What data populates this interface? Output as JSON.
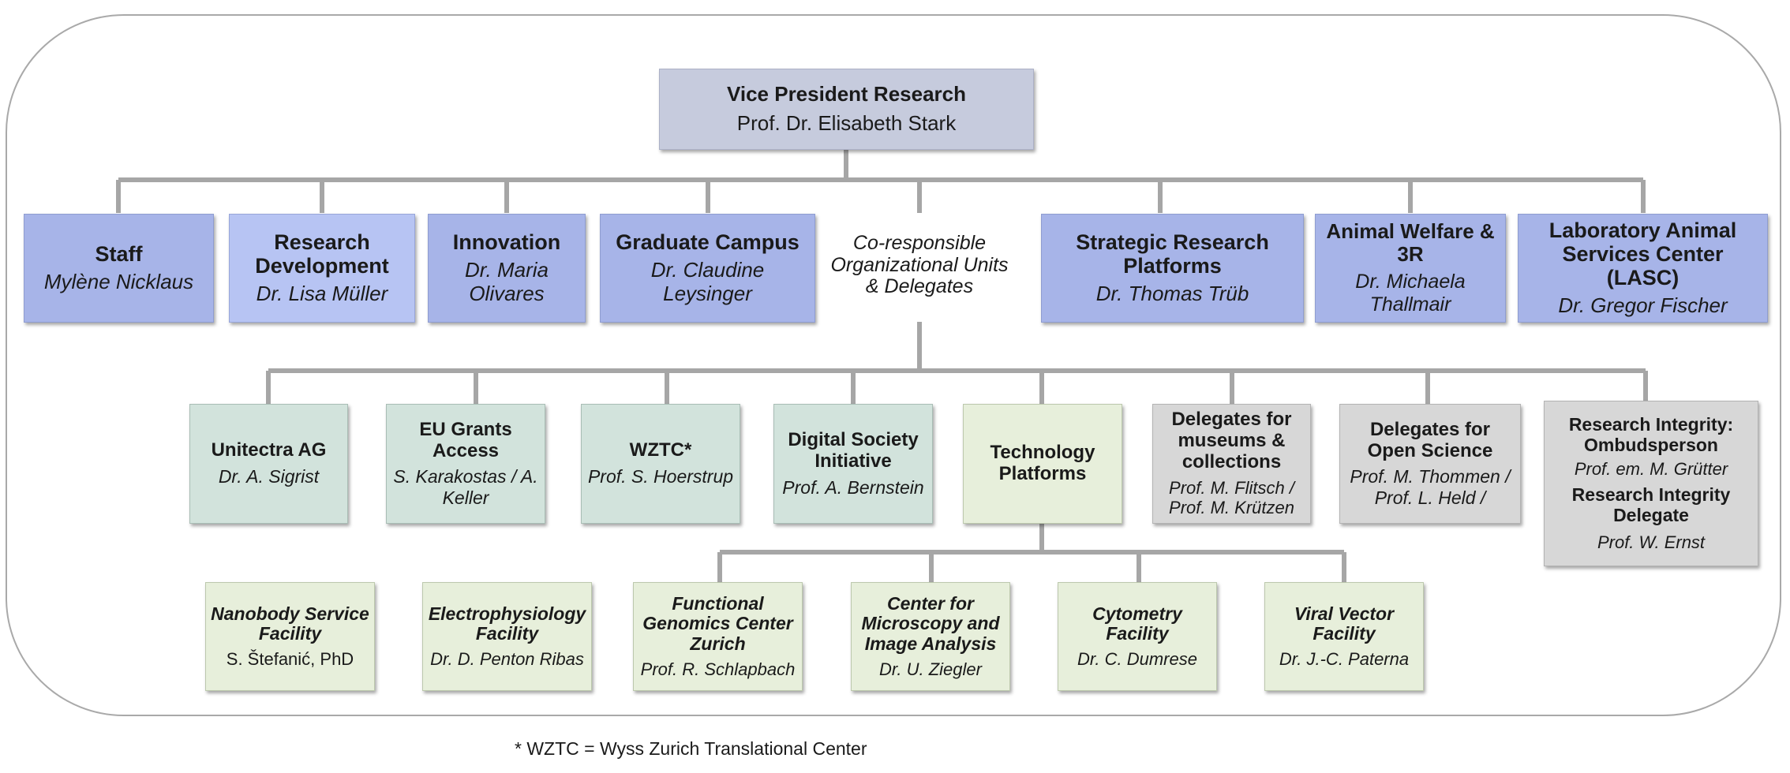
{
  "top": {
    "title": "Vice President Research",
    "name": "Prof. Dr. Elisabeth Stark"
  },
  "row1": [
    {
      "title": "Staff",
      "name": "Mylène Nicklaus"
    },
    {
      "title": "Research Development",
      "name": "Dr. Lisa Müller"
    },
    {
      "title": "Innovation",
      "name": "Dr. Maria Olivares"
    },
    {
      "title": "Graduate Campus",
      "name": "Dr. Claudine Leysinger"
    },
    {
      "title": "Strategic Research Platforms",
      "name": "Dr. Thomas Trüb"
    },
    {
      "title": "Animal Welfare & 3R",
      "name": "Dr. Michaela Thallmair"
    },
    {
      "title": "Laboratory Animal Services Center (LASC)",
      "name": "Dr. Gregor Fischer"
    }
  ],
  "coresponsible": "Co-responsible Organizational Units & Delegates",
  "row2": [
    {
      "title": "Unitectra AG",
      "name": "Dr. A. Sigrist"
    },
    {
      "title": "EU Grants Access",
      "name": "S. Karakostas / A. Keller"
    },
    {
      "title": "WZTC*",
      "name": "Prof. S. Hoerstrup"
    },
    {
      "title": "Digital Society Initiative",
      "name": "Prof. A. Bernstein"
    },
    {
      "title": "Technology Platforms",
      "name": ""
    },
    {
      "title": "Delegates for museums & collections",
      "name": "Prof. M. Flitsch / Prof. M. Krützen"
    },
    {
      "title": "Delegates for Open Science",
      "name": "Prof. M. Thommen / Prof. L. Held /"
    }
  ],
  "integrity": {
    "title1": "Research Integrity: Ombudsperson",
    "name1": "Prof. em. M. Grütter",
    "title2": "Research Integrity Delegate",
    "name2": "Prof. W. Ernst"
  },
  "row3": [
    {
      "title": "Nanobody Service Facility",
      "name": "S. Štefanić, PhD"
    },
    {
      "title": "Electrophysiology Facility",
      "name": "Dr. D. Penton Ribas"
    },
    {
      "title": "Functional Genomics Center Zurich",
      "name": "Prof. R. Schlapbach"
    },
    {
      "title": "Center for Microscopy and Image Analysis",
      "name": "Dr. U. Ziegler"
    },
    {
      "title": "Cytometry Facility",
      "name": "Dr. C. Dumrese"
    },
    {
      "title": "Viral Vector Facility",
      "name": "Dr. J.-C. Paterna"
    }
  ],
  "footnote": "* WZTC = Wyss Zurich Translational Center",
  "colors": {
    "connector": "#a6a6a6",
    "top_box": "#c6cbdd",
    "unit_box": "#a7b4e8",
    "delegate_box": "#d2e3dc",
    "platform_box": "#e7efdb",
    "gray_box": "#d7d7d7"
  }
}
